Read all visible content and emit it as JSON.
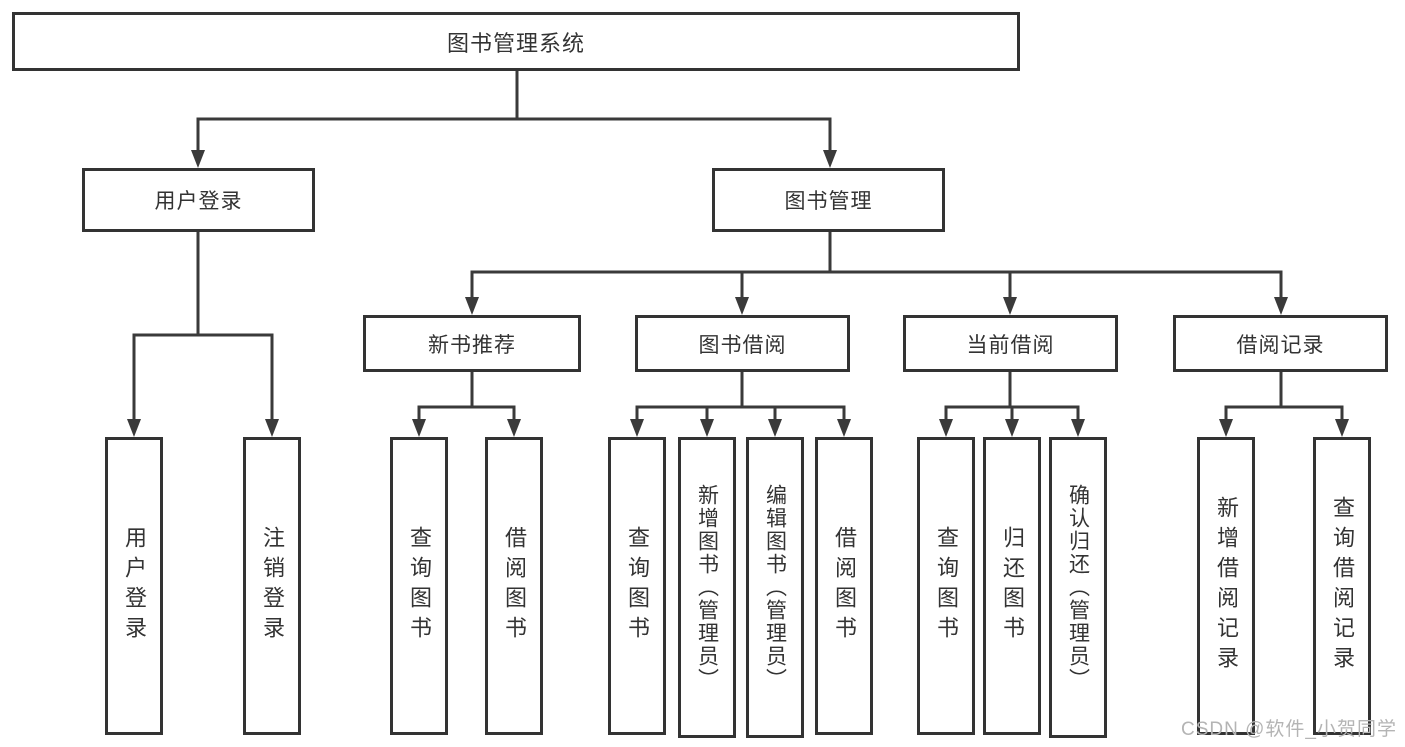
{
  "diagram": {
    "type": "hierarchy-tree",
    "title": "图书管理系统",
    "root": {
      "id": "root",
      "label": "图书管理系统"
    },
    "level2": [
      {
        "id": "user-login",
        "label": "用户登录",
        "parent": "root"
      },
      {
        "id": "book-management",
        "label": "图书管理",
        "parent": "root"
      }
    ],
    "level3": [
      {
        "id": "new-book-recommend",
        "label": "新书推荐",
        "parent": "book-management"
      },
      {
        "id": "book-borrow",
        "label": "图书借阅",
        "parent": "book-management"
      },
      {
        "id": "current-borrow",
        "label": "当前借阅",
        "parent": "book-management"
      },
      {
        "id": "borrow-records",
        "label": "借阅记录",
        "parent": "book-management"
      }
    ],
    "leaves": [
      {
        "label": "用户登录",
        "parent": "user-login"
      },
      {
        "label": "注销登录",
        "parent": "user-login"
      },
      {
        "label": "查询图书",
        "parent": "new-book-recommend"
      },
      {
        "label": "借阅图书",
        "parent": "new-book-recommend"
      },
      {
        "label": "查询图书",
        "parent": "book-borrow"
      },
      {
        "label": "新增图书（管理员）",
        "parent": "book-borrow"
      },
      {
        "label": "编辑图书（管理员）",
        "parent": "book-borrow"
      },
      {
        "label": "借阅图书",
        "parent": "book-borrow"
      },
      {
        "label": "查询图书",
        "parent": "current-borrow"
      },
      {
        "label": "归还图书",
        "parent": "current-borrow"
      },
      {
        "label": "确认归还（管理员）",
        "parent": "current-borrow"
      },
      {
        "label": "新增借阅记录",
        "parent": "borrow-records"
      },
      {
        "label": "查询借阅记录",
        "parent": "borrow-records"
      }
    ],
    "line_color": "#3a3a3a",
    "border_color": "#333333",
    "watermark": "CSDN @软件_小贺同学"
  }
}
